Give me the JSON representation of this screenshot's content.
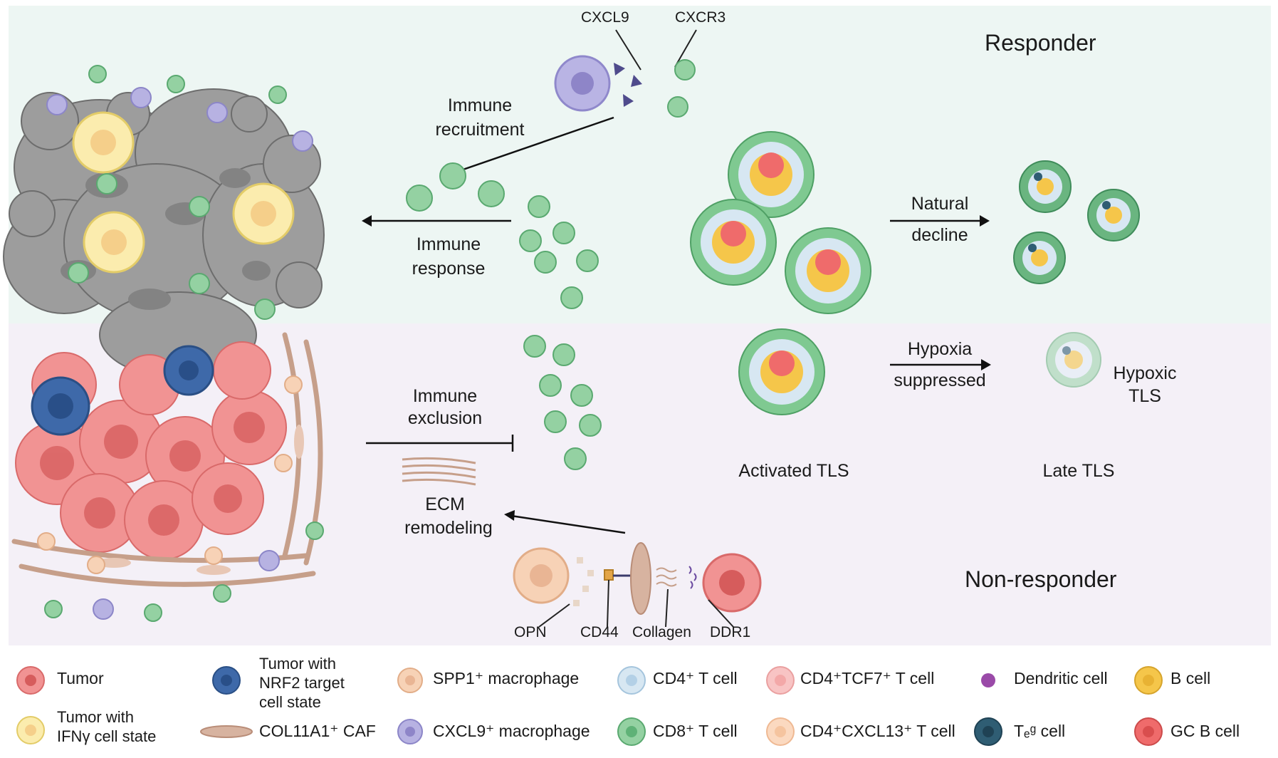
{
  "colors": {
    "responder_bg": "#edf6f3",
    "nonresponder_bg": "#f4f0f7",
    "tumor": "#f08a8a",
    "tumor_ifng": "#fbe9a8",
    "tumor_nrf2": "#3d68a8",
    "caf": "#d7b3a0",
    "spp1_macrophage": "#f7cfb2",
    "cxcl9_macrophage": "#b3aee0",
    "cd4_t": "#cfe3ef",
    "cd8_t": "#8fcf9e",
    "cd4_tcf7_t": "#f8c4c4",
    "cd4_cxcl13_t": "#fbd9c0",
    "dendritic": "#9a4aa8",
    "treg": "#2f5d73",
    "b_cell": "#f5c64a",
    "gc_b_cell": "#ef6b6b",
    "tumor_mass_gray": "#9a9a9a"
  },
  "regions": {
    "responder": "Responder",
    "non_responder": "Non-responder"
  },
  "labels": {
    "cxcl9": "CXCL9",
    "cxcr3": "CXCR3",
    "immune_recruitment_1": "Immune",
    "immune_recruitment_2": "recruitment",
    "immune_response_1": "Immune",
    "immune_response_2": "response",
    "natural_decline_1": "Natural",
    "natural_decline_2": "decline",
    "hypoxia_1": "Hypoxia",
    "hypoxia_2": "suppressed",
    "hypoxic_tls_1": "Hypoxic",
    "hypoxic_tls_2": "TLS",
    "immune_exclusion_1": "Immune",
    "immune_exclusion_2": "exclusion",
    "ecm_1": "ECM",
    "ecm_2": "remodeling",
    "activated_tls": "Activated TLS",
    "late_tls": "Late TLS",
    "opn": "OPN",
    "cd44": "CD44",
    "collagen": "Collagen",
    "ddr1": "DDR1"
  },
  "legend": [
    {
      "icon": "tumor-cell-icon",
      "lines": [
        "Tumor"
      ]
    },
    {
      "icon": "nrf2-tumor-cell-icon",
      "lines": [
        "Tumor with",
        "NRF2 target",
        "cell state"
      ]
    },
    {
      "icon": "spp1-macrophage-icon",
      "lines": [
        "SPP1⁺ macrophage"
      ]
    },
    {
      "icon": "cd4-t-cell-icon",
      "lines": [
        "CD4⁺ T cell"
      ]
    },
    {
      "icon": "cd4-tcf7-t-cell-icon",
      "lines": [
        "CD4⁺TCF7⁺ T cell"
      ]
    },
    {
      "icon": "dendritic-cell-icon",
      "lines": [
        "Dendritic cell"
      ]
    },
    {
      "icon": "b-cell-icon",
      "lines": [
        "B cell"
      ]
    },
    {
      "icon": "ifng-tumor-cell-icon",
      "lines": [
        "Tumor with",
        "IFNγ cell state"
      ]
    },
    {
      "icon": "caf-icon",
      "lines": [
        "COL11A1⁺ CAF"
      ]
    },
    {
      "icon": "cxcl9-macrophage-icon",
      "lines": [
        "CXCL9⁺ macrophage"
      ]
    },
    {
      "icon": "cd8-t-cell-icon",
      "lines": [
        "CD8⁺ T cell"
      ]
    },
    {
      "icon": "cd4-cxcl13-t-cell-icon",
      "lines": [
        "CD4⁺CXCL13⁺ T cell"
      ]
    },
    {
      "icon": "treg-cell-icon",
      "lines": [
        "Tₑᵍ cell"
      ]
    },
    {
      "icon": "gc-b-cell-icon",
      "lines": [
        "GC B cell"
      ]
    }
  ]
}
